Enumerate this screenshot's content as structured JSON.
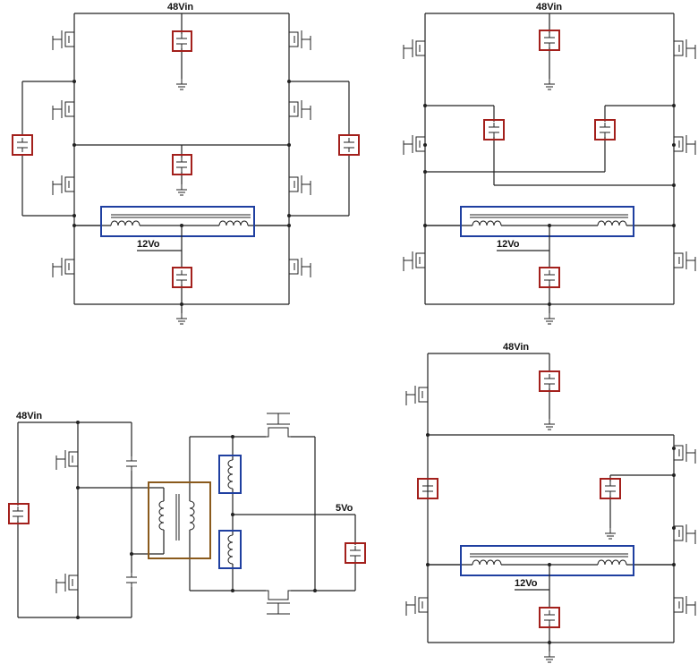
{
  "diagrams": [
    {
      "input": "48Vin",
      "output": "12Vo"
    },
    {
      "input": "48Vin",
      "output": "12Vo"
    },
    {
      "input": "48Vin",
      "output": "5Vo"
    },
    {
      "input": "48Vin",
      "output": "12Vo"
    }
  ],
  "colors": {
    "capacitor_box": "#a3201c",
    "inductor_box": "#1f3fa0",
    "transformer_box": "#8a5a1c",
    "wire": "#222222"
  }
}
